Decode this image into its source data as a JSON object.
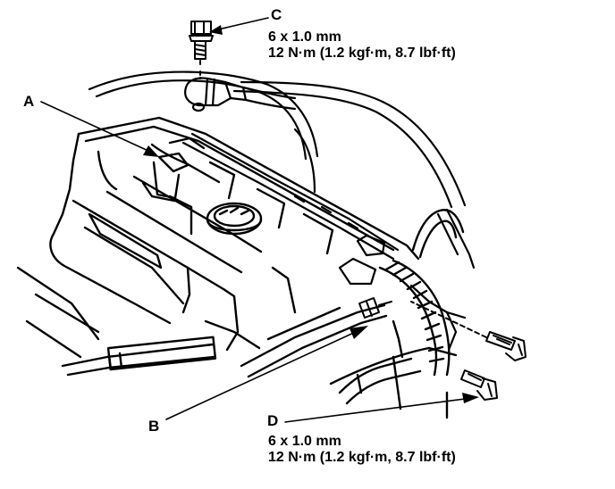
{
  "callouts": {
    "a": {
      "letter": "A"
    },
    "b": {
      "letter": "B"
    },
    "c": {
      "letter": "C",
      "size": "6 x 1.0 mm",
      "torque": "12 N·m (1.2 kgf·m, 8.7 lbf·ft)"
    },
    "d": {
      "letter": "D",
      "size": "6 x 1.0 mm",
      "torque": "12 N·m (1.2 kgf·m, 8.7 lbf·ft)"
    }
  },
  "colors": {
    "ink": "#000000",
    "paper": "#ffffff"
  }
}
